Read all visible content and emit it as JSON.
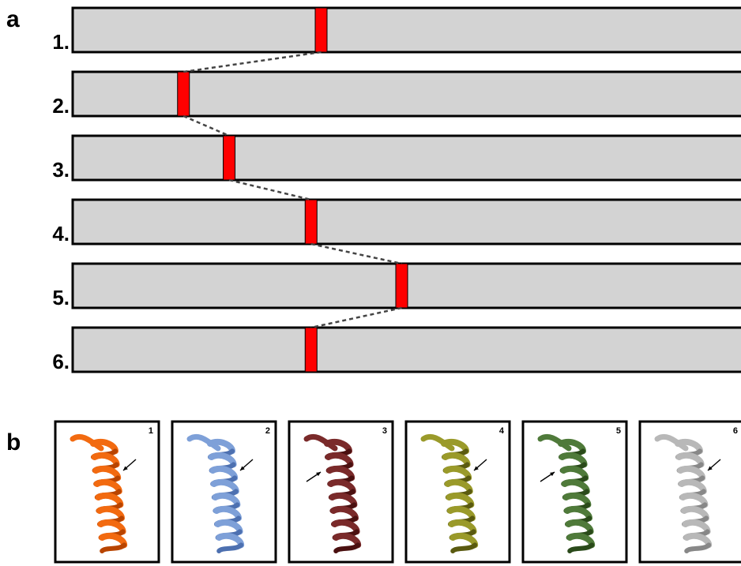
{
  "panel_a": {
    "letter": "a",
    "rows": [
      {
        "label": "1.",
        "marker_fraction": 0.37
      },
      {
        "label": "2.",
        "marker_fraction": 0.165
      },
      {
        "label": "3.",
        "marker_fraction": 0.233
      },
      {
        "label": "4.",
        "marker_fraction": 0.355
      },
      {
        "label": "5.",
        "marker_fraction": 0.49
      },
      {
        "label": "6.",
        "marker_fraction": 0.355
      }
    ],
    "bar_color": "#d3d3d3",
    "marker_color": "#ff0000"
  },
  "panel_b": {
    "letter": "b",
    "structures": [
      {
        "number": "1",
        "color": "#f26a10",
        "shade": "#b84400",
        "arrow": "left"
      },
      {
        "number": "2",
        "color": "#7ea0d8",
        "shade": "#4d70b0",
        "arrow": "left"
      },
      {
        "number": "3",
        "color": "#7a2a2a",
        "shade": "#4a1010",
        "arrow": "right"
      },
      {
        "number": "4",
        "color": "#9a9a2a",
        "shade": "#5a5a10",
        "arrow": "left"
      },
      {
        "number": "5",
        "color": "#4f7a3a",
        "shade": "#2a4a1a",
        "arrow": "right"
      },
      {
        "number": "6",
        "color": "#b8b8b8",
        "shade": "#888888",
        "arrow": "left"
      }
    ]
  }
}
